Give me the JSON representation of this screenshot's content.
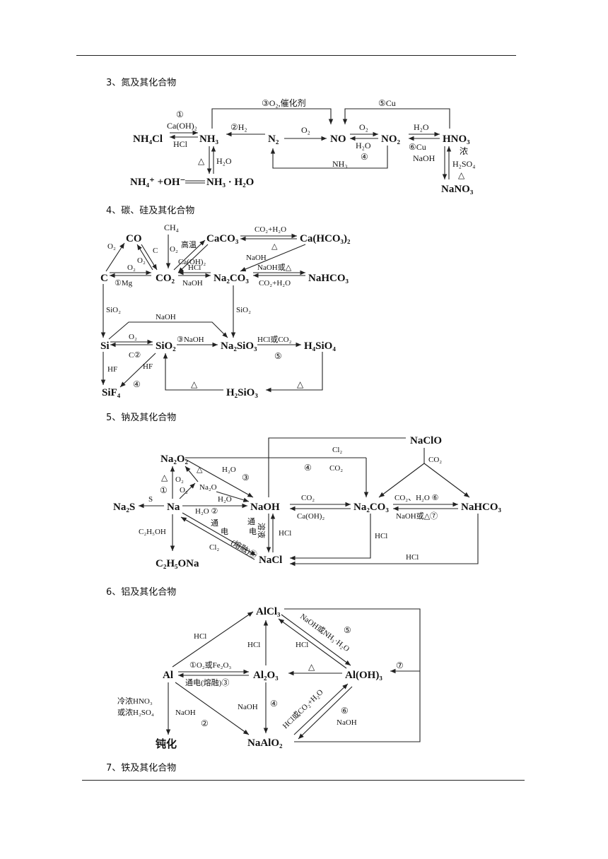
{
  "sections": {
    "s3": "3、氮及其化合物",
    "s4": "4、碳、硅及其化合物",
    "s5": "5、钠及其化合物",
    "s6": "6、铝及其化合物",
    "s7": "7、铁及其化合物"
  },
  "n": {
    "nh4cl": "NH₄Cl",
    "nh3": "NH₃",
    "n2": "N₂",
    "no": "NO",
    "no2": "NO₂",
    "hno3": "HNO₃",
    "nano3": "NaNO₃",
    "nh4oh": "NH₄⁺ +OH⁻",
    "nh3h2o": "NH₃ · H₂O",
    "r1": "①",
    "caoh2": "Ca(OH)₂",
    "hcl": "HCl",
    "r2h2": "②H₂",
    "o2": "O₂",
    "o2b": "O₂",
    "h2o": "H₂O",
    "r4": "④",
    "nh3b": "NH₃",
    "r3": "③O₂,催化剂",
    "r5": "⑤Cu",
    "h2oa": "H₂O",
    "r6": "⑥Cu",
    "naoh": "NaOH",
    "nong": "浓",
    "h2so4": "H₂SO₄",
    "delta": "△",
    "delta2": "△",
    "h2ob": "H₂O"
  },
  "c": {
    "co": "CO",
    "ch4": "CH₄",
    "caco3": "CaCO₃",
    "cahco3": "Ca(HCO₃)₂",
    "c": "C",
    "co2": "CO₂",
    "na2co3": "Na₂CO₃",
    "nahco3": "NaHCO₃",
    "si": "Si",
    "sio2": "SiO₂",
    "na2sio3": "Na₂SiO₃",
    "h4sio4": "H₄SiO₄",
    "sif4": "SiF₄",
    "h2sio3": "H₂SiO₃",
    "o2a": "O₂",
    "o2b": "O₂",
    "o2c": "O₂",
    "o2d": "O₂",
    "ca": "C",
    "gaowen": "高温",
    "caoh2": "Ca(OH)₂",
    "co2h2o": "CO₂+H₂O",
    "dl": "△",
    "naoh1": "NaOH",
    "o2e": "O₂",
    "mg": "①Mg",
    "hcl": "HCl",
    "naoh2": "NaOH",
    "naohor": "NaOH或△",
    "co2h2o2": "CO₂+H₂O",
    "sio2a": "SiO₂",
    "sio2b": "SiO₂",
    "naoh3": "NaOH",
    "o2f": "O₂",
    "c2": "C②",
    "r3": "③NaOH",
    "hclco2": "HCl或CO₂",
    "r5": "⑤",
    "hf1": "HF",
    "hf2": "HF",
    "r4": "④",
    "dl2": "△",
    "dl3": "△"
  },
  "na": {
    "na2o2": "Na₂O₂",
    "naclo": "NaClO",
    "na2s": "Na₂S",
    "na": "Na",
    "naoh": "NaOH",
    "na2co3": "Na₂CO₃",
    "nahco3": "NaHCO₃",
    "c2h5ona": "C₂H₅ONa",
    "nacl": "NaCl",
    "na2o": "Na₂O",
    "s": "S",
    "dl": "△",
    "r1": "①",
    "o2a": "O₂",
    "dl2": "△",
    "o2b": "O₂",
    "h2o1": "H₂O",
    "r3": "③",
    "h2o2": "H₂O",
    "h2o3": "H₂O ②",
    "cl2a": "Cl₂",
    "r4": "④",
    "co2a": "CO₂",
    "co2b": "CO₂",
    "co2c": "CO₂",
    "caoh2": "Ca(OH)₂",
    "co2h2o": "CO₂、H₂O ⑥",
    "naohor": "NaOH或△⑦",
    "c2h5oh": "C₂H₅OH",
    "tong": "通",
    "dian": "电",
    "rong": "(熔融)⑤",
    "tong2": "通",
    "dian2": "电",
    "rongye": "溶液",
    "hcl1": "HCl",
    "hcl2": "HCl",
    "hcl3": "HCl",
    "cl2b": "Cl₂"
  },
  "al": {
    "alcl3": "AlCl₃",
    "al": "Al",
    "al2o3": "Al₂O₃",
    "aloh3": "Al(OH)₃",
    "naalo2": "NaAlO₂",
    "dunhua": "钝化",
    "hcl1": "HCl",
    "hcl2": "HCl",
    "hcl3": "HCl",
    "r1": "①O₂或Fe₂O₃",
    "r1b": "通电(熔融)③",
    "dl": "△",
    "naohnh3": "NaOH或NH₃·H₂O",
    "r5": "⑤",
    "r7": "⑦",
    "cold1": "冷浓HNO₃",
    "cold2": "或浓H₂SO₄",
    "naoh1": "NaOH",
    "r2": "②",
    "naoh2": "NaOH",
    "r4": "④",
    "hclco2": "HCl或CO₂+H₂O",
    "r6": "⑥",
    "naoh3": "NaOH"
  }
}
